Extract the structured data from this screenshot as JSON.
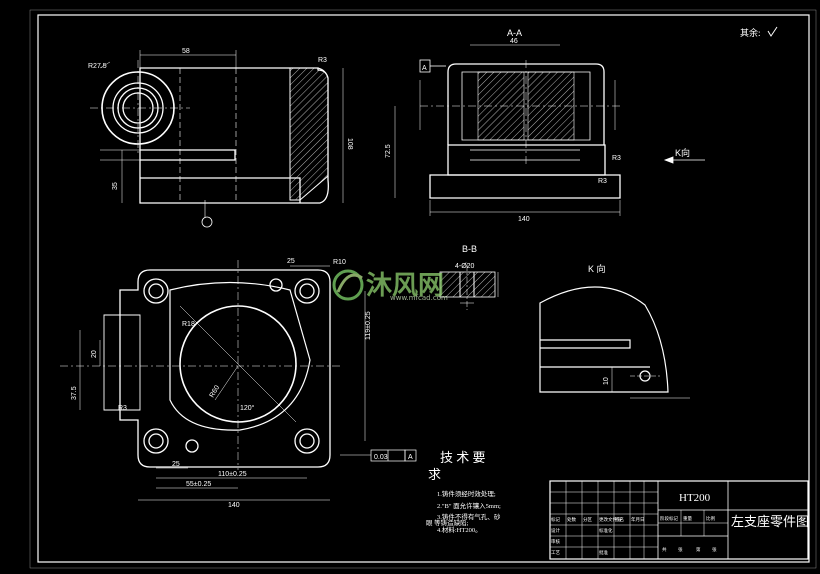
{
  "corner_note": "其余:",
  "views": {
    "section_aa": "A-A",
    "section_bb": "B-B",
    "view_k": "K 向",
    "arrow_k": "K向"
  },
  "dimensions": {
    "d58": "58",
    "r275": "R27.5",
    "r3_top": "R3",
    "d108": "108",
    "d35": "35",
    "d46": "46",
    "d725": "72.5",
    "d140_aa": "140",
    "r3_aa1": "R3",
    "r3_aa2": "R3",
    "d25": "25",
    "r10": "R10",
    "r18": "R18",
    "r60": "R60",
    "a120": "120°",
    "d20": "20",
    "d375": "37.5",
    "r3_plan": "R3",
    "d119": "119±0.25",
    "d25b": "25",
    "d55": "55±0.25",
    "d110": "110±0.25",
    "d140_plan": "140",
    "d4_20": "4-Ø20",
    "d10": "10",
    "tol": "0.03",
    "tol_ref": "A",
    "datum_a": "A"
  },
  "tech_req": {
    "title": "技 术 要",
    "title_tail": "求",
    "lines": [
      "1.铸件须经时效处理;",
      "2.\"B\" 面允许镶入5mm;",
      "3.铸件不得有气孔、砂",
      "眼 等铸造缺陷;",
      "4.材料:HT200。"
    ]
  },
  "title_block": {
    "material": "HT200",
    "part_name": "左支座零件图",
    "row_labels": [
      "标记",
      "处数",
      "分区",
      "更改文件号",
      "签名",
      "年月日"
    ],
    "role_labels": [
      "设计",
      "标准化",
      "审核",
      "工艺",
      "批准"
    ],
    "scale_labels": [
      "阶段标记",
      "重量",
      "比例"
    ],
    "sheet_labels": [
      "共",
      "张",
      "第",
      "张"
    ]
  },
  "watermark": {
    "text": "沐风网",
    "url": "www.mfcad.com"
  }
}
